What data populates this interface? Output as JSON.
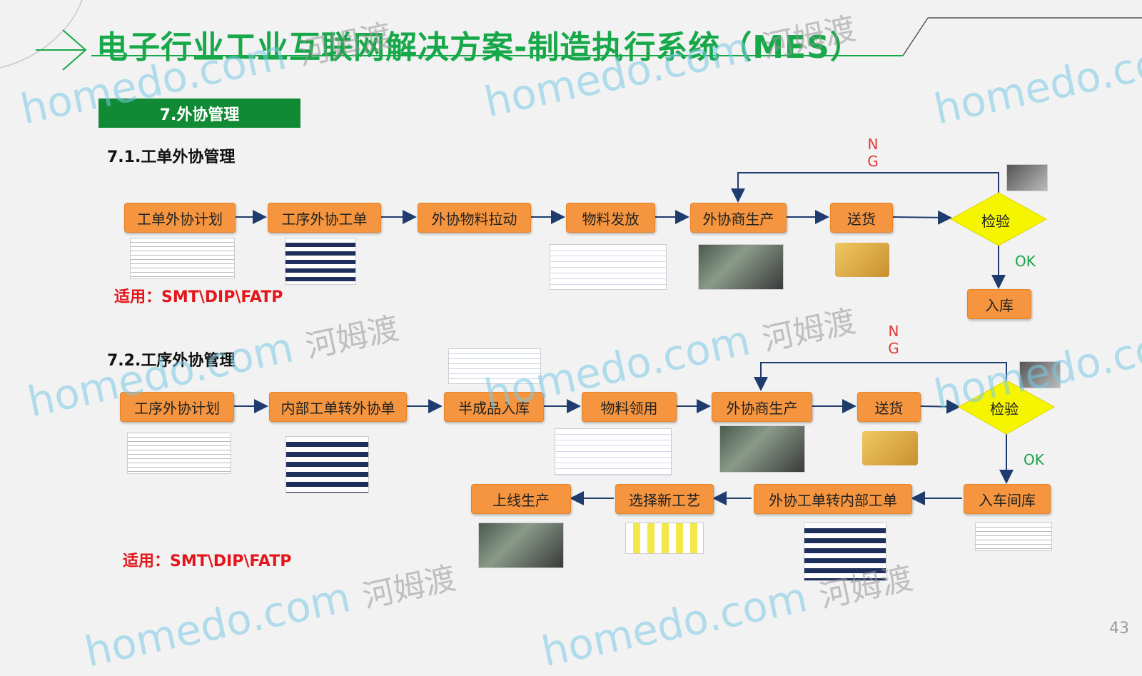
{
  "header": {
    "title": "电子行业工业互联网解决方案-制造执行系统（MES）",
    "section_label": "7.外协管理",
    "page_number": "43"
  },
  "watermark": {
    "text_en": "homedo.com",
    "text_cn": "河姆渡",
    "color": "#7cc8e6"
  },
  "colors": {
    "box_fill": "#f5953f",
    "diamond_fill": "#f5f500",
    "title_green": "#17a84a",
    "section_green": "#118a35",
    "apply_red": "#e4161b",
    "arrow": "#1f3c6e"
  },
  "flow1": {
    "heading": "7.1.工单外协管理",
    "steps": [
      "工单外协计划",
      "工序外协工单",
      "外协物料拉动",
      "物料发放",
      "外协商生产",
      "送货"
    ],
    "decision": "检验",
    "ng_label": [
      "N",
      "G"
    ],
    "ok_label": "OK",
    "store": "入库",
    "apply": "适用：SMT\\DIP\\FATP"
  },
  "flow2": {
    "heading": "7.2.工序外协管理",
    "steps": [
      "工序外协计划",
      "内部工单转外协单",
      "半成品入库",
      "物料领用",
      "外协商生产",
      "送货"
    ],
    "decision": "检验",
    "ng_label": [
      "N",
      "G"
    ],
    "ok_label": "OK",
    "return_steps": [
      "入车间库",
      "外协工单转内部工单",
      "选择新工艺",
      "上线生产"
    ],
    "apply": "适用：SMT\\DIP\\FATP"
  }
}
